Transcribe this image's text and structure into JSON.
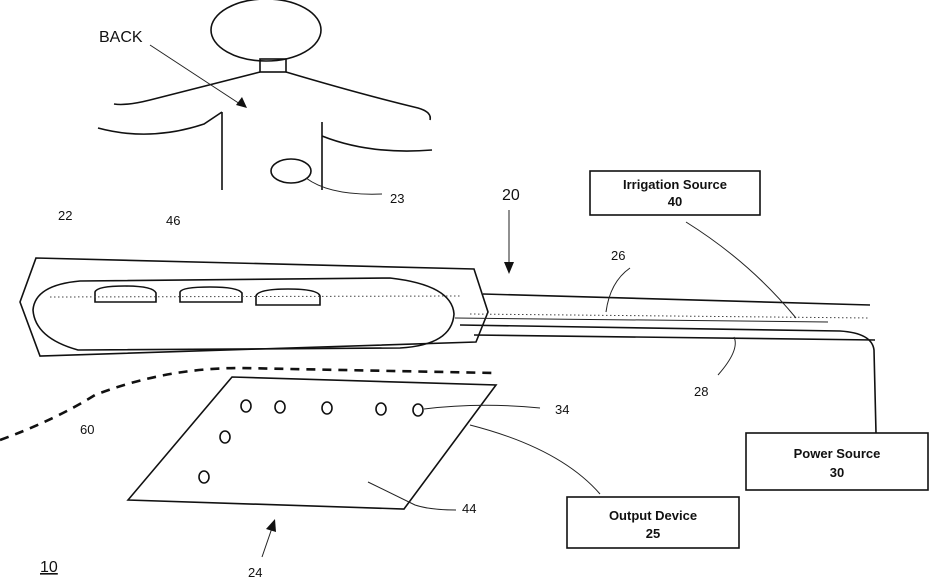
{
  "labels": {
    "back": "BACK",
    "system_ref": "10",
    "catheter_ref": "20",
    "catheter_body": "22",
    "target_tissue": "23",
    "output_pad": "24",
    "irrigation_line": "26",
    "power_line": "28",
    "electrode_dots": "34",
    "pad_surface": "44",
    "electrodes": "46",
    "boundary": "60"
  },
  "boxes": {
    "irrigation": {
      "name": "Irrigation Source",
      "ref": "40"
    },
    "power": {
      "name": "Power Source",
      "ref": "30"
    },
    "output": {
      "name": "Output Device",
      "ref": "25"
    }
  }
}
